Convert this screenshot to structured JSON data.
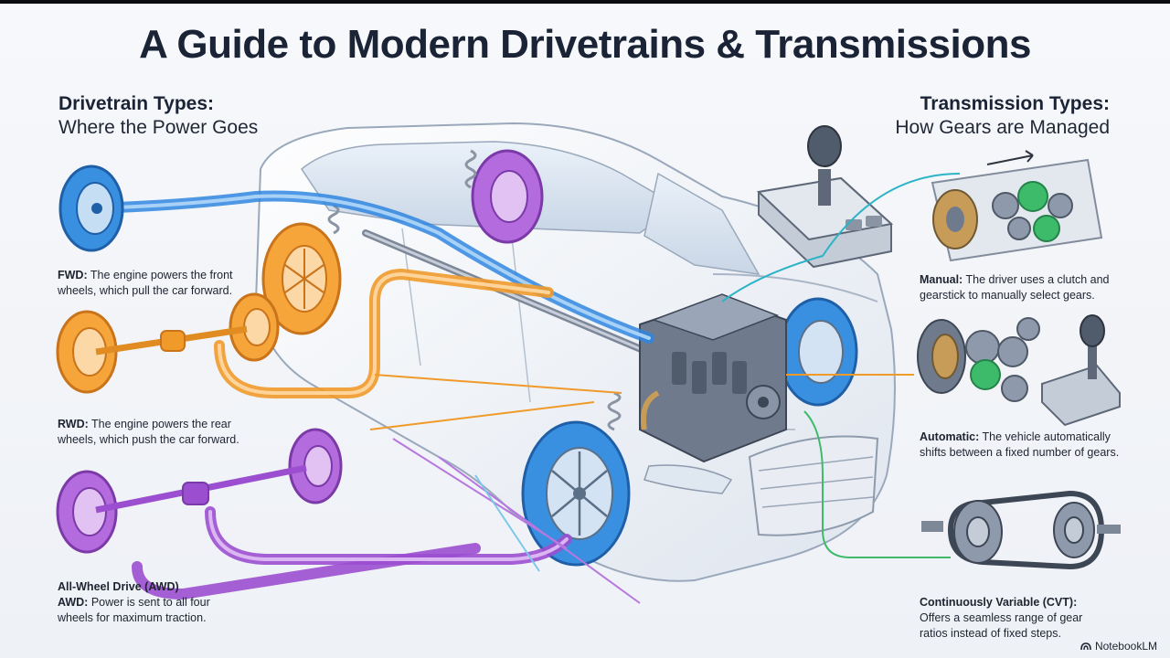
{
  "title": "A Guide to Modern Drivetrains & Transmissions",
  "drivetrain": {
    "heading": "Drivetrain Types:",
    "subheading": "Where the Power Goes",
    "items": [
      {
        "label": "FWD:",
        "text_1": "The engine powers the front",
        "text_2": "wheels, which pull the car forward.",
        "color": "#2f86e0"
      },
      {
        "label": "RWD:",
        "text_1": "The engine powers the rear",
        "text_2": "wheels, which push the car forward.",
        "color": "#f09a2a"
      },
      {
        "label_line": "All-Wheel Drive (AWD)",
        "label": "AWD:",
        "text_1": "Power is sent to all four",
        "text_2": "wheels for maximum traction.",
        "color": "#9b4fd0"
      }
    ]
  },
  "transmission": {
    "heading": "Transmission Types:",
    "subheading": "How Gears are Managed",
    "items": [
      {
        "label": "Manual:",
        "text_1": "The driver uses a clutch and",
        "text_2": "gearstick to manually select gears.",
        "color": "#2bb3c7"
      },
      {
        "label": "Automatic:",
        "text_1": "The vehicle automatically",
        "text_2": "shifts between a fixed number of gears.",
        "color": "#f09a2a"
      },
      {
        "label": "Continuously Variable (CVT):",
        "text_1": "Offers a seamless range of gear",
        "text_2": "ratios instead of fixed steps.",
        "color": "#3dbb6a"
      }
    ]
  },
  "brand": "NotebookLM",
  "icons": [
    "wheel-icon",
    "axle-icon",
    "gear-shifter-icon",
    "gearbox-icon",
    "cvt-belt-icon",
    "engine-icon",
    "car-icon",
    "notebooklm-logo-icon"
  ]
}
